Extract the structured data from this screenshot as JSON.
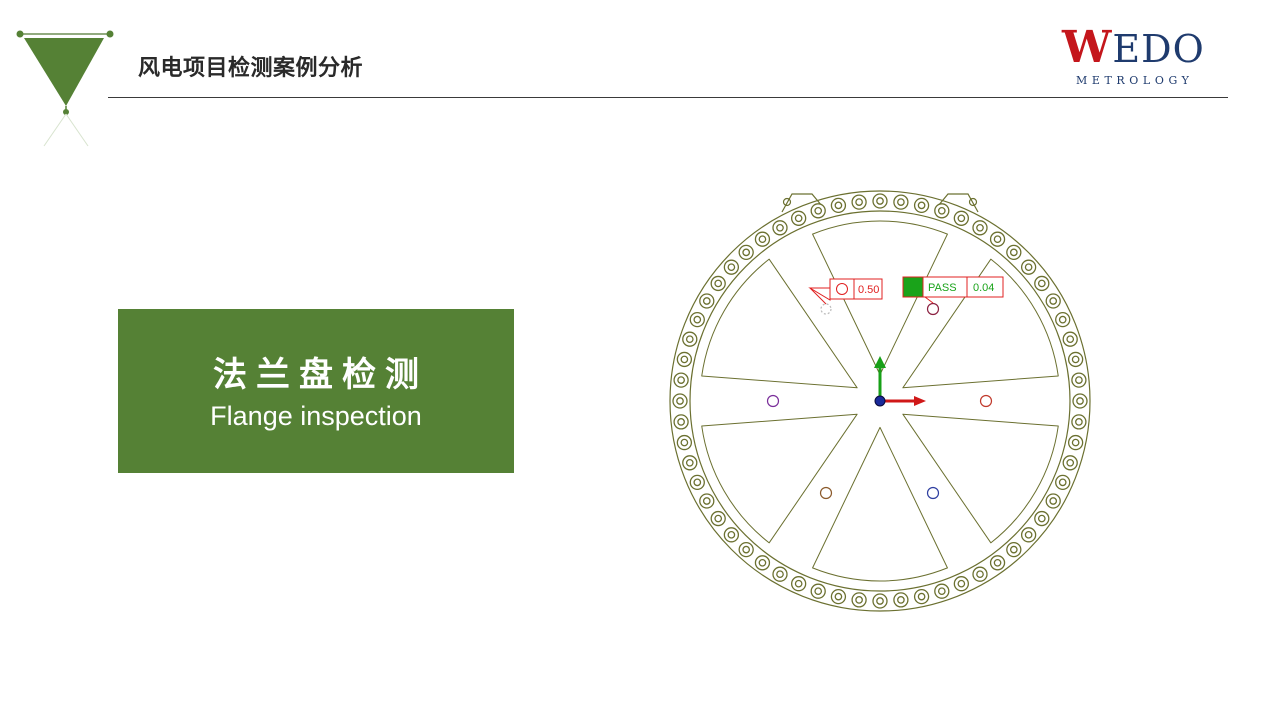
{
  "header": {
    "title": "风电项目检测案例分析"
  },
  "brand": {
    "wordmark_initial": "W",
    "wordmark_rest": "EDO",
    "tagline": "METROLOGY",
    "colors": {
      "red": "#c4161c",
      "navy": "#1f3b6e"
    }
  },
  "card": {
    "title_cn": "法兰盘检测",
    "title_en": "Flange inspection",
    "color": "#558135"
  },
  "drawing": {
    "tolerance_left": {
      "symbol": "position-symbol",
      "value": "0.50"
    },
    "tolerance_right": {
      "status": "PASS",
      "value": "0.04"
    },
    "colors": {
      "part_outline": "#6b7030",
      "callout": "#e02020",
      "pass": "#1aa31a",
      "axis_x": "#d01818",
      "axis_y": "#18a018"
    }
  }
}
